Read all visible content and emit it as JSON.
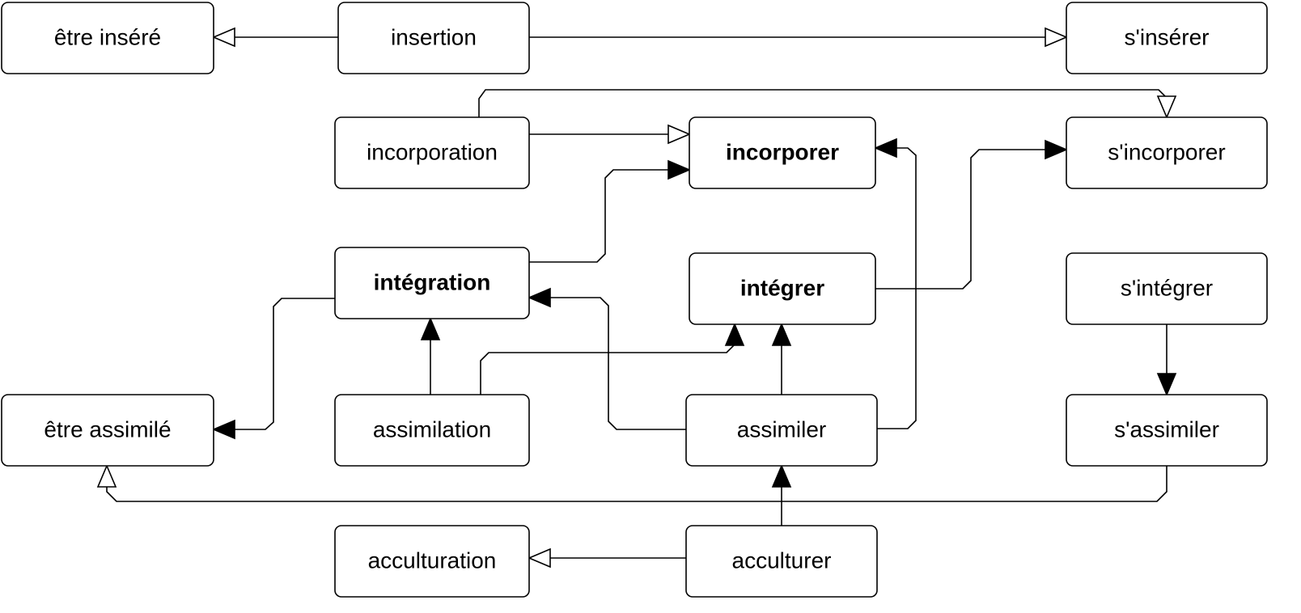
{
  "diagram": {
    "nodes": [
      {
        "id": "etre_insere",
        "label": "être inséré",
        "bold": false
      },
      {
        "id": "insertion",
        "label": "insertion",
        "bold": false
      },
      {
        "id": "s_inserer",
        "label": "s'insérer",
        "bold": false
      },
      {
        "id": "incorporation",
        "label": "incorporation",
        "bold": false
      },
      {
        "id": "incorporer",
        "label": "incorporer",
        "bold": true
      },
      {
        "id": "s_incorporer",
        "label": "s'incorporer",
        "bold": false
      },
      {
        "id": "integration",
        "label": "intégration",
        "bold": true
      },
      {
        "id": "integrer",
        "label": "intégrer",
        "bold": true
      },
      {
        "id": "s_integrer",
        "label": "s'intégrer",
        "bold": false
      },
      {
        "id": "etre_assimile",
        "label": "être assimilé",
        "bold": false
      },
      {
        "id": "assimilation",
        "label": "assimilation",
        "bold": false
      },
      {
        "id": "assimiler",
        "label": "assimiler",
        "bold": false
      },
      {
        "id": "s_assimiler",
        "label": "s'assimiler",
        "bold": false
      },
      {
        "id": "acculturation",
        "label": "acculturation",
        "bold": false
      },
      {
        "id": "acculturer",
        "label": "acculturer",
        "bold": false
      }
    ],
    "edges": [
      {
        "from": "insertion",
        "to": "etre_insere",
        "arrow": "open"
      },
      {
        "from": "insertion",
        "to": "s_inserer",
        "arrow": "open"
      },
      {
        "from": "incorporation",
        "to": "s_incorporer",
        "arrow": "open"
      },
      {
        "from": "incorporation",
        "to": "incorporer",
        "arrow": "open"
      },
      {
        "from": "integration",
        "to": "incorporer",
        "arrow": "filled"
      },
      {
        "from": "assimiler",
        "to": "incorporer",
        "arrow": "filled"
      },
      {
        "from": "integrer",
        "to": "s_incorporer",
        "arrow": "filled"
      },
      {
        "from": "integration",
        "to": "etre_assimile",
        "arrow": "filled"
      },
      {
        "from": "assimiler",
        "to": "integration",
        "arrow": "filled"
      },
      {
        "from": "assimilation",
        "to": "integration",
        "arrow": "filled"
      },
      {
        "from": "assimilation",
        "to": "integrer",
        "arrow": "filled"
      },
      {
        "from": "assimiler",
        "to": "integrer",
        "arrow": "filled"
      },
      {
        "from": "s_integrer",
        "to": "s_assimiler",
        "arrow": "filled"
      },
      {
        "from": "s_assimiler",
        "to": "etre_assimile",
        "arrow": "open"
      },
      {
        "from": "acculturer",
        "to": "assimiler",
        "arrow": "filled"
      },
      {
        "from": "acculturer",
        "to": "acculturation",
        "arrow": "open"
      }
    ]
  }
}
